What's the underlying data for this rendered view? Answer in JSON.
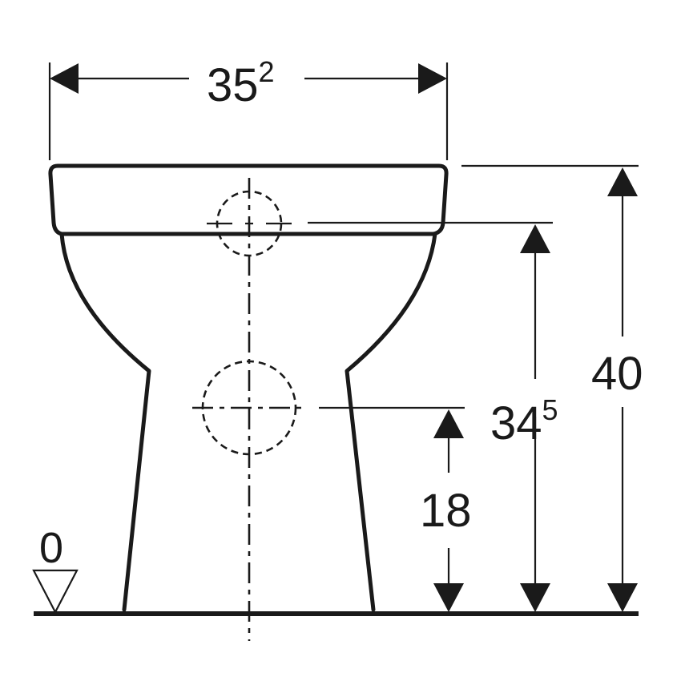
{
  "diagram": {
    "subject": "floor-standing toilet front view with dimensions",
    "colors": {
      "line": "#1a1a1a",
      "background": "#ffffff"
    },
    "dimensions": {
      "width": {
        "main": "35",
        "sup": "2"
      },
      "supply_height": {
        "main": "34",
        "sup": "5"
      },
      "outlet_height": {
        "main": "18",
        "sup": ""
      },
      "total_height": {
        "main": "40",
        "sup": ""
      },
      "floor_level": {
        "main": "0",
        "sup": ""
      }
    },
    "features": [
      "cistern-inlet-connection-circle",
      "outlet-connection-circle",
      "vertical-center-line",
      "floor-reference-triangle"
    ]
  }
}
